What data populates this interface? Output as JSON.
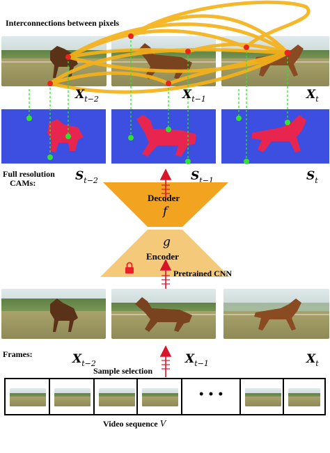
{
  "labels": {
    "interconnections": "Interconnections between pixels",
    "full_res": "Full resolution",
    "cams": "CAMs:",
    "decoder": "Decoder",
    "decoder_sym": "f",
    "encoder": "Encoder",
    "encoder_sym": "g",
    "pretrained": "Pretrained CNN",
    "frames": "Frames:",
    "sample_selection": "Sample selection",
    "video_sequence": "Video sequence",
    "video_sym": "V",
    "ellipsis": "• • •"
  },
  "math": {
    "x": "X",
    "s": "S",
    "sub_t2": "t−2",
    "sub_t1": "t−1",
    "sub_t": "t"
  },
  "colors": {
    "cam_blue": "#3d4fe0",
    "cam_red": "#e8254f",
    "funnel_orange": "#f2a31f",
    "encoder_tan": "#f5c97a",
    "link_yellow": "#f5b21a",
    "red_dot": "#e8251c",
    "green_dot": "#33e033",
    "arrow_red": "#d8142a"
  }
}
